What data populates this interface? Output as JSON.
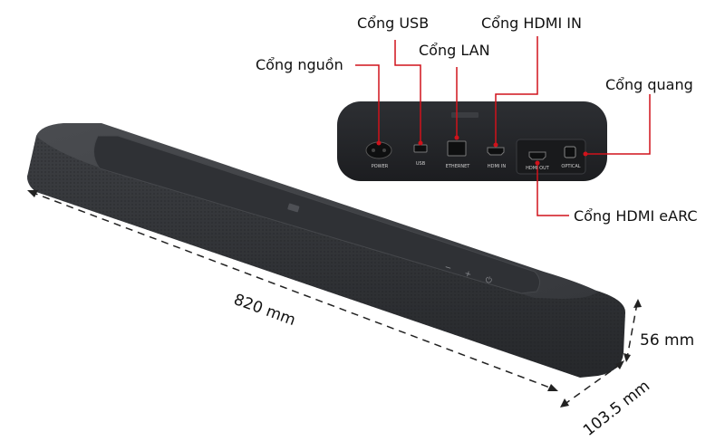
{
  "callouts": {
    "usb": "Cổng USB",
    "hdmi_in": "Cổng HDMI IN",
    "lan": "Cổng LAN",
    "power": "Cổng nguồn",
    "optical": "Cổng quang",
    "hdmi_earc": "Cổng HDMI eARC"
  },
  "dimensions": {
    "length": "820 mm",
    "height": "56 mm",
    "depth": "103.5 mm"
  },
  "port_labels": {
    "power": "POWER",
    "usb": "USB",
    "ethernet": "ETHERNET",
    "hdmi_in": "HDMI IN",
    "hdmi_out": "HDMI OUT",
    "optical": "OPTICAL"
  },
  "colors": {
    "callout_line": "#d0121b",
    "body_dark": "#2b2d30",
    "body_mid": "#3a3c40",
    "panel": "#1f2023"
  },
  "icons": {
    "logo": "jbl-logo",
    "buttons": [
      "minus-icon",
      "plus-icon",
      "power-icon"
    ]
  }
}
